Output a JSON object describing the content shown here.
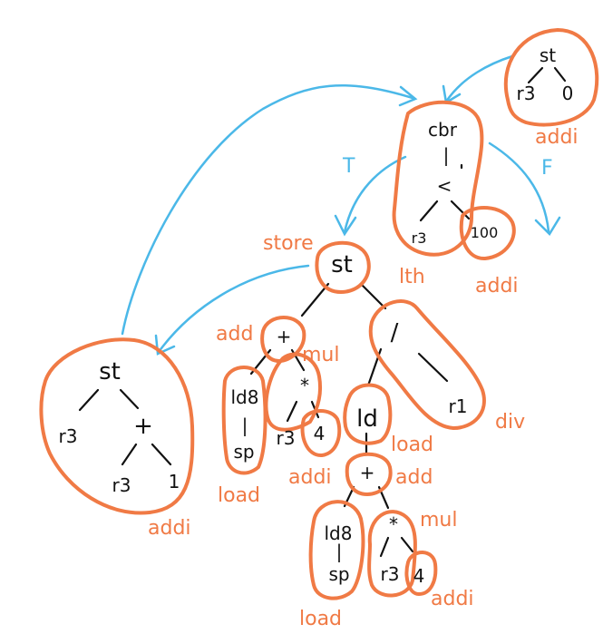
{
  "colors": {
    "tile": "#f07a45",
    "flow": "#4bb8e8",
    "ink": "#111111"
  },
  "nodes": {
    "st_top": "st",
    "r3_top": "r3",
    "zero_top": "0",
    "cbr": "cbr",
    "bar_cbr": "|",
    "lt": "<",
    "r3_cbr": "r3",
    "c100": "100",
    "st_mid": "st",
    "plus1": "+",
    "div": "/",
    "ld8_1": "ld8",
    "bar_ld8_1": "|",
    "sp1": "sp",
    "star1": "*",
    "r3_m1": "r3",
    "four1": "4",
    "ld": "ld",
    "r1": "r1",
    "plus2": "+",
    "ld8_2": "ld8",
    "bar_ld8_2": "|",
    "sp2": "sp",
    "star2": "*",
    "r3_m2": "r3",
    "four2": "4",
    "st_left": "st",
    "r3_left": "r3",
    "plus_left": "+",
    "r3_left2": "r3",
    "one_left": "1"
  },
  "annotations": {
    "addi_top": "addi",
    "T": "T",
    "F": "F",
    "store": "store",
    "lth": "lth",
    "addi_100": "addi",
    "add1": "add",
    "mul1": "mul",
    "div": "div",
    "load1": "load",
    "addi_4a": "addi",
    "load2": "load",
    "add2": "add",
    "mul2": "mul",
    "addi_left": "addi",
    "load3": "load",
    "addi_4b": "addi"
  }
}
